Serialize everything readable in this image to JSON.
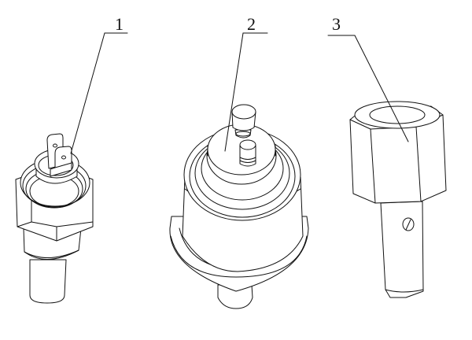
{
  "figure": {
    "background": "#ffffff",
    "line_color": "#111111",
    "style": "technical line drawing"
  },
  "parts": [
    {
      "id": "part-1",
      "callout": "1",
      "description": "threaded sensor with two flat spade terminals and hex body"
    },
    {
      "id": "part-2",
      "callout": "2",
      "description": "domed pressure sensor with two cylindrical pins"
    },
    {
      "id": "part-3",
      "callout": "3",
      "description": "hex-head fitting with cylindrical shank and cross hole"
    }
  ]
}
